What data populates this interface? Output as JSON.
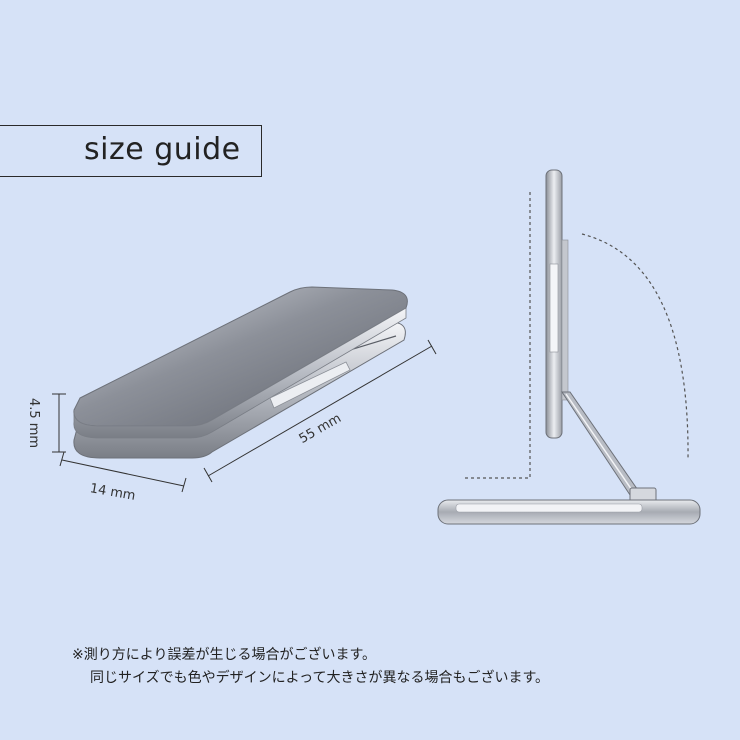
{
  "title": "size guide",
  "dimensions": {
    "height": "4.5 mm",
    "width": "14 mm",
    "length": "55 mm"
  },
  "notes": {
    "line1": "※測り方により誤差が生じる場合がございます。",
    "line2": "同じサイズでも色やデザインによって大きさが異なる場合もございます。"
  }
}
